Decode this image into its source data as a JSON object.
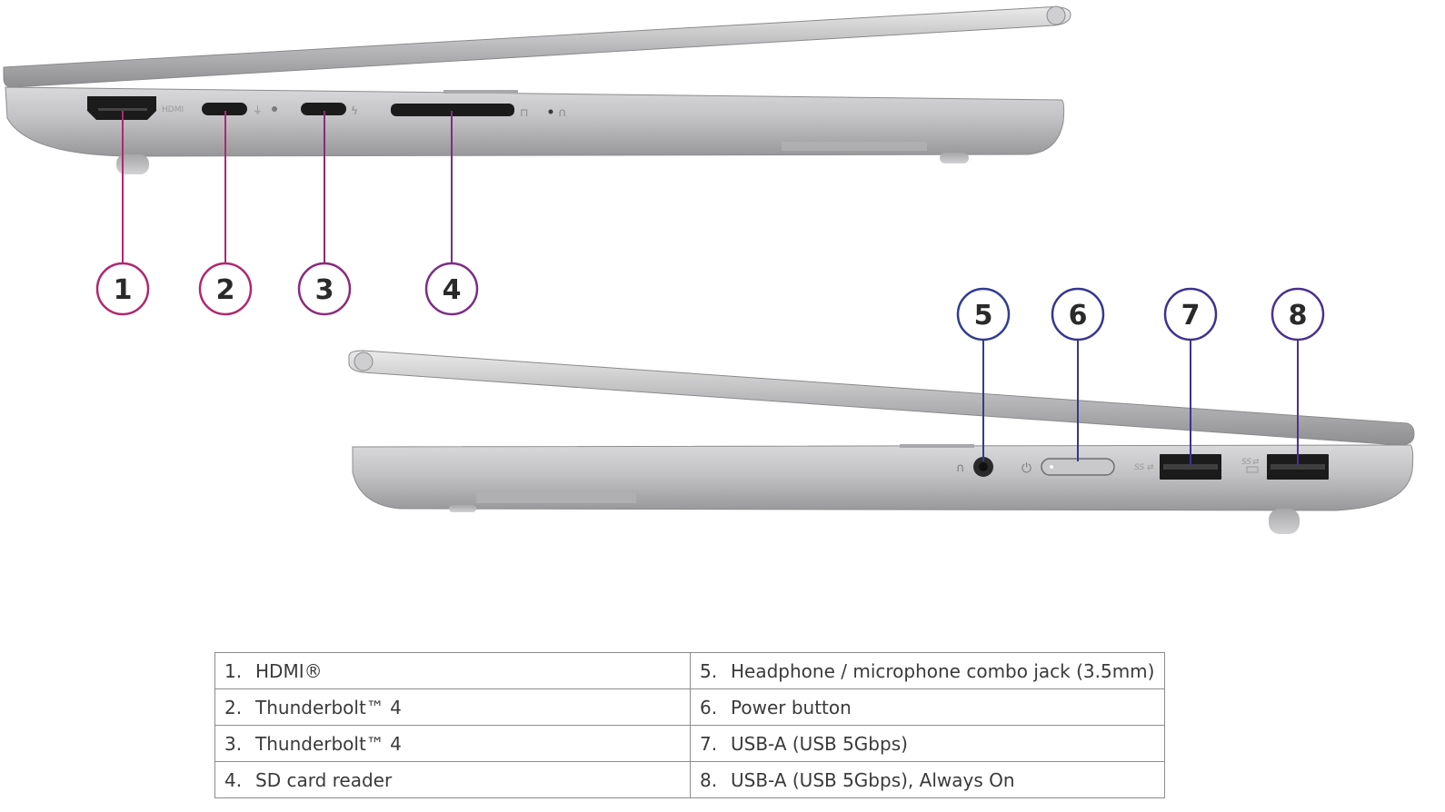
{
  "callouts": [
    {
      "number": "1",
      "color": "#b0286e"
    },
    {
      "number": "2",
      "color": "#b0286e"
    },
    {
      "number": "3",
      "color": "#8a2a7a"
    },
    {
      "number": "4",
      "color": "#7a2e86"
    },
    {
      "number": "5",
      "color": "#2f3d8f"
    },
    {
      "number": "6",
      "color": "#37358f"
    },
    {
      "number": "7",
      "color": "#3d3390"
    },
    {
      "number": "8",
      "color": "#4a318f"
    }
  ],
  "port_markings": {
    "hdmi": "HDMI",
    "usb_ss_1": "SS",
    "usb_ss_2": "SS"
  },
  "icons": [
    "power-plug-icon",
    "thunderbolt-icon",
    "sd-card-icon",
    "headset-icon",
    "power-icon",
    "usb-icon"
  ],
  "table": {
    "rows": [
      {
        "left_num": "1.",
        "left_label": "HDMI®",
        "right_num": "5.",
        "right_label": "Headphone / microphone combo jack (3.5mm)"
      },
      {
        "left_num": "2.",
        "left_label": "Thunderbolt™ 4",
        "right_num": "6.",
        "right_label": "Power button"
      },
      {
        "left_num": "3.",
        "left_label": "Thunderbolt™ 4",
        "right_num": "7.",
        "right_label": "USB-A (USB 5Gbps)"
      },
      {
        "left_num": "4.",
        "left_label": "SD card reader",
        "right_num": "8.",
        "right_label": "USB-A (USB 5Gbps), Always On"
      }
    ]
  },
  "colors": {
    "chassis": "#c4c4c6",
    "chassis_dark": "#8f8f92",
    "port_black": "#1b1b1b",
    "table_border": "#8c8c8c"
  }
}
